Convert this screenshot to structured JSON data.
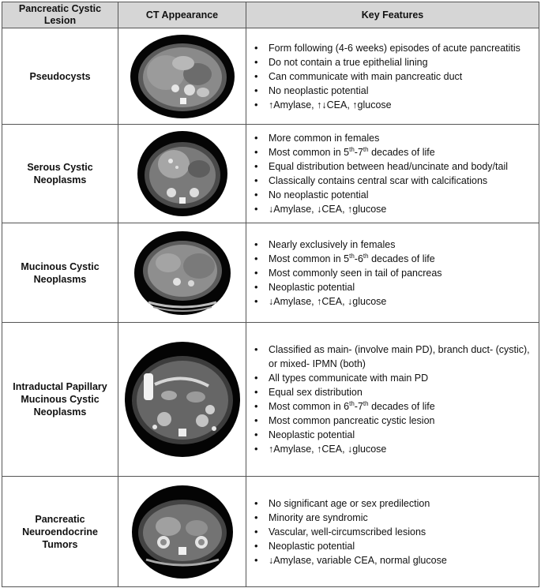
{
  "table": {
    "headers": [
      "Pancreatic Cystic Lesion",
      "CT Appearance",
      "Key Features"
    ],
    "rows": [
      {
        "lesion": "Pseudocysts",
        "image": "ct-scan-pseudocyst-image",
        "features": [
          "Form following (4-6 weeks) episodes of acute pancreatitis",
          "Do not contain a true epithelial lining",
          "Can communicate with main pancreatic duct",
          "No neoplastic potential",
          "↑Amylase, ↑↓CEA, ↑glucose"
        ]
      },
      {
        "lesion": "Serous Cystic Neoplasms",
        "image": "ct-scan-serous-cystic-image",
        "features": [
          "More common in females",
          "Most common in 5th-7th decades of life",
          "Equal distribution between head/uncinate and body/tail",
          "Classically contains central scar with calcifications",
          "No neoplastic potential",
          "↓Amylase, ↓CEA, ↑glucose"
        ]
      },
      {
        "lesion": "Mucinous Cystic Neoplasms",
        "image": "ct-scan-mucinous-cystic-image",
        "features": [
          "Nearly exclusively in females",
          "Most common in 5th-6th decades of life",
          "Most commonly seen in tail of pancreas",
          "Neoplastic potential",
          "↓Amylase, ↑CEA, ↓glucose"
        ]
      },
      {
        "lesion": "Intraductal Papillary Mucinous Cystic Neoplasms",
        "image": "ct-scan-ipmn-image",
        "features": [
          "Classified as main- (involve main PD), branch duct- (cystic), or mixed- IPMN (both)",
          "All types communicate with main PD",
          "Equal sex distribution",
          "Most common in 6th-7th decades of life",
          "Most common pancreatic cystic lesion",
          "Neoplastic potential",
          "↑Amylase, ↑CEA, ↓glucose"
        ]
      },
      {
        "lesion": "Pancreatic Neuroendocrine Tumors",
        "image": "ct-scan-pnet-image",
        "features": [
          "No significant age or sex predilection",
          "Minority are syndromic",
          "Vascular, well-circumscribed lesions",
          "Neoplastic potential",
          "↓Amylase, variable CEA, normal glucose"
        ]
      }
    ]
  }
}
